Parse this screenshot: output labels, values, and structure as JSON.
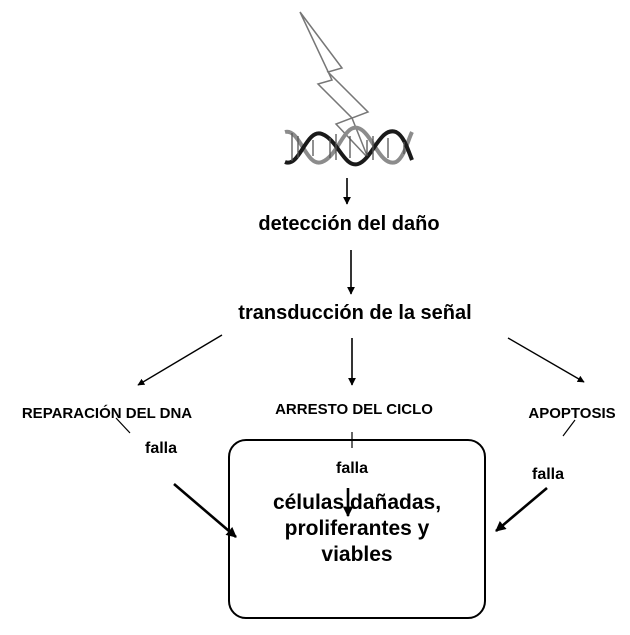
{
  "steps": {
    "detection": "detección del daño",
    "transduction": "transducción de la señal"
  },
  "branches": {
    "left": "REPARACIÓN DEL DNA",
    "center": "ARRESTO DEL CICLO",
    "right": "APOPTOSIS"
  },
  "failure_label": "falla",
  "outcome": "células dañadas,\nproliferantes y\nviables",
  "icons": [
    "lightning-bolt-icon",
    "dna-double-helix-icon"
  ]
}
